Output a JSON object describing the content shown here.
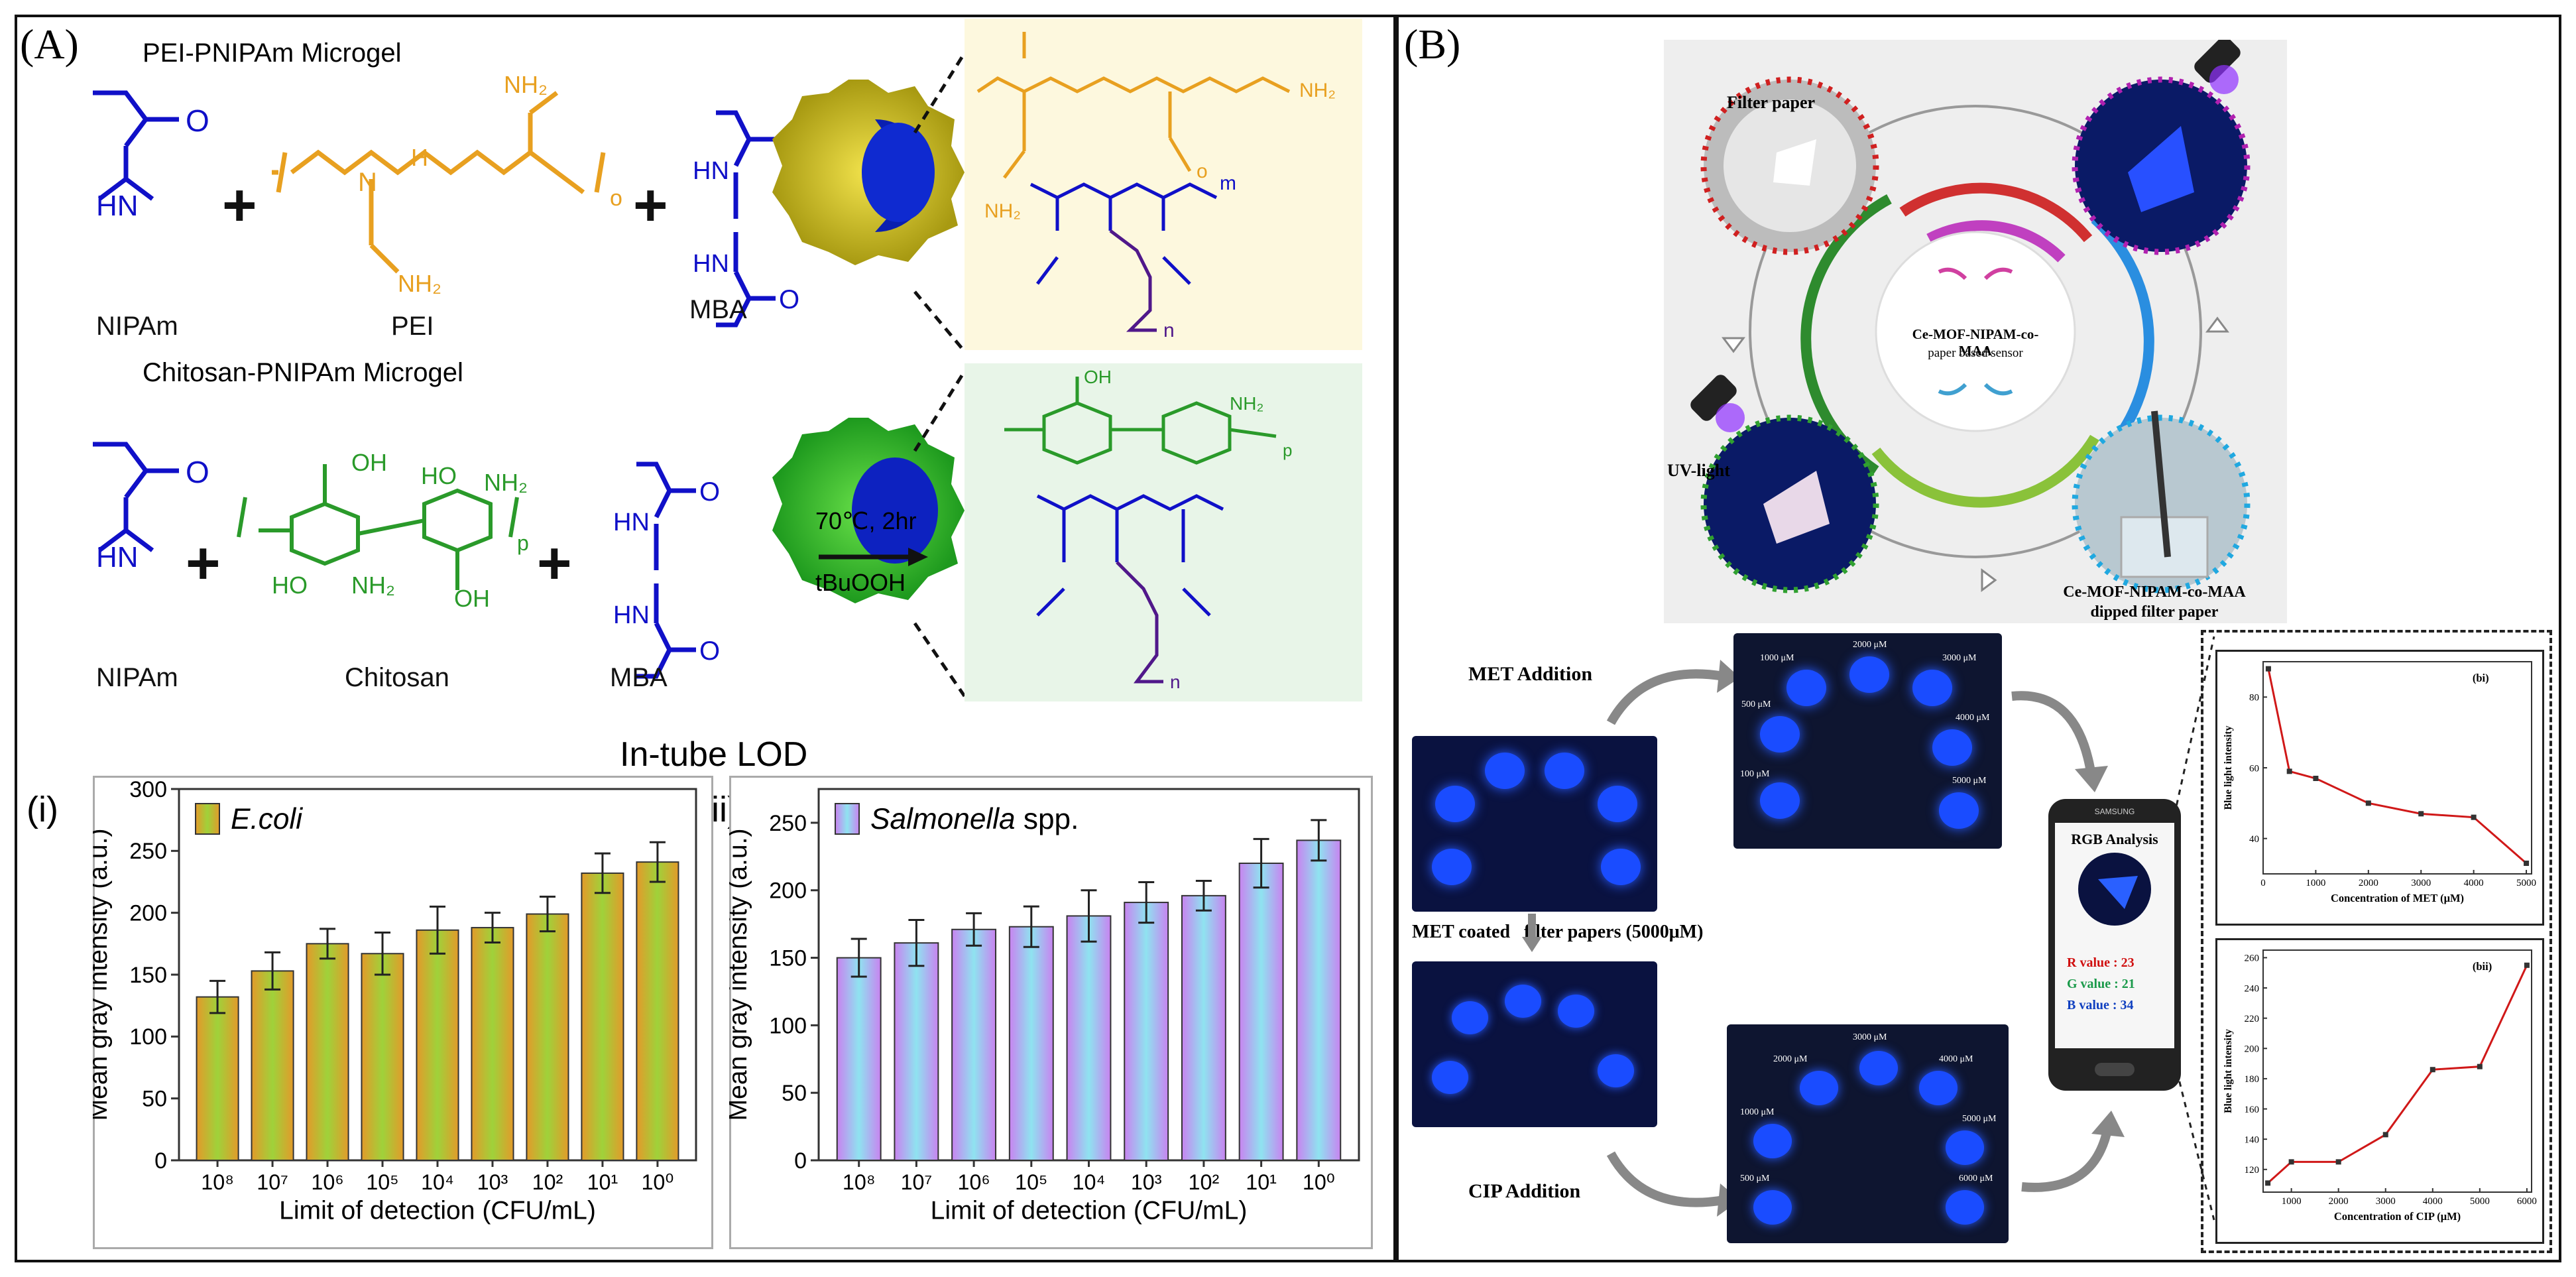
{
  "panelA": {
    "label": "(A)",
    "pei_title": "PEI-PNIPAm Microgel",
    "chitosan_title": "Chitosan-PNIPAm Microgel",
    "reagents": {
      "nipam": "NIPAm",
      "pei": "PEI",
      "mba": "MBA",
      "chitosan": "Chitosan"
    },
    "conditions": {
      "temp": "70℃, 2hr",
      "initiator": "tBuOOH"
    },
    "lod_title": "In-tube LOD",
    "sub_i": "(i)",
    "sub_ii": "(ii)",
    "colors": {
      "nipam": "#1010c8",
      "pei": "#e8a020",
      "chitosan": "#2a9a2a",
      "crosslink": "#50188a",
      "pei_bg": "#fdf8de",
      "chitosan_bg": "#e8f5e8"
    }
  },
  "panelB": {
    "label": "(B)",
    "filter_paper": "Filter paper",
    "uv_light": "UV-light",
    "sensor_title": "Ce-MOF-NIPAM-co-MAA",
    "sensor_sub": "paper based sensor",
    "dipped_line1": "Ce-MOF-NIPAM-co-MAA",
    "dipped_line2": "dipped filter paper",
    "met_addition": "MET Addition",
    "met_coated": "MET coated   filter papers (5000μM)",
    "cip_addition": "CIP Addition",
    "met_concs": [
      "100 μM",
      "500 μM",
      "1000 μM",
      "2000 μM",
      "3000 μM",
      "4000 μM",
      "5000 μM"
    ],
    "cip_concs": [
      "500 μM",
      "1000 μM",
      "2000 μM",
      "3000 μM",
      "4000 μM",
      "5000 μM",
      "6000 μM"
    ],
    "phone": {
      "brand": "SAMSUNG",
      "title": "RGB Analysis",
      "r": "R value : 23",
      "g": "G value : 21",
      "b": "B value : 34"
    },
    "colors": {
      "r": "#d01010",
      "g": "#1a9a4a",
      "b": "#1040c0"
    }
  },
  "chart_data": [
    {
      "id": "Ai",
      "type": "bar",
      "categories": [
        "10⁸",
        "10⁷",
        "10⁶",
        "10⁵",
        "10⁴",
        "10³",
        "10²",
        "10¹",
        "10⁰"
      ],
      "series": [
        {
          "name": "E.coli",
          "values": [
            132,
            153,
            175,
            167,
            186,
            188,
            199,
            232,
            241
          ],
          "errors": [
            13,
            15,
            12,
            17,
            19,
            12,
            14,
            16,
            16
          ]
        }
      ],
      "xlabel": "Limit of detection (CFU/mL)",
      "ylabel": "Mean gray intensity  (a.u.)",
      "ylim": [
        0,
        300
      ],
      "yticks": [
        "0",
        "50",
        "100",
        "150",
        "200",
        "250",
        "300"
      ],
      "colors": [
        "#e39a2a",
        "#9fd23a"
      ]
    },
    {
      "id": "Aii",
      "type": "bar",
      "categories": [
        "10⁸",
        "10⁷",
        "10⁶",
        "10⁵",
        "10⁴",
        "10³",
        "10²",
        "10¹",
        "10⁰"
      ],
      "series": [
        {
          "name": "Salmonella",
          "suffix": " spp.",
          "values": [
            150,
            161,
            171,
            173,
            181,
            191,
            196,
            220,
            237
          ],
          "errors": [
            14,
            17,
            12,
            15,
            19,
            15,
            11,
            18,
            15
          ]
        }
      ],
      "xlabel": "Limit of detection (CFU/mL)",
      "ylabel": "Mean gray intensity  (a.u.)",
      "ylim": [
        0,
        275
      ],
      "yticks": [
        "0",
        "50",
        "100",
        "150",
        "200",
        "250"
      ],
      "colors": [
        "#c883f0",
        "#8fe3f0"
      ]
    },
    {
      "id": "Bi",
      "type": "line",
      "label": "(bi)",
      "x": [
        100,
        500,
        1000,
        2000,
        3000,
        4000,
        5000
      ],
      "y": [
        88,
        59,
        57,
        50,
        47,
        46,
        33
      ],
      "xlabel": "Concentration of MET (μM)",
      "ylabel": "Blue light intensity",
      "xlim": [
        0,
        5100
      ],
      "ylim": [
        30,
        90
      ],
      "xticks": [
        "0",
        "1000",
        "2000",
        "3000",
        "4000",
        "5000"
      ],
      "yticks": [
        "40",
        "60",
        "80"
      ],
      "color": "#d01818"
    },
    {
      "id": "Bii",
      "type": "line",
      "label": "(bii)",
      "x": [
        500,
        1000,
        2000,
        3000,
        4000,
        5000,
        6000
      ],
      "y": [
        111,
        125,
        125,
        143,
        186,
        188,
        255
      ],
      "xlabel": "Concentration of CIP (μM)",
      "ylabel": "Blue light intensity",
      "xlim": [
        400,
        6100
      ],
      "ylim": [
        105,
        265
      ],
      "xticks": [
        "1000",
        "2000",
        "3000",
        "4000",
        "5000",
        "6000"
      ],
      "yticks": [
        "120",
        "140",
        "160",
        "180",
        "200",
        "220",
        "240",
        "260"
      ],
      "color": "#d01818"
    }
  ]
}
